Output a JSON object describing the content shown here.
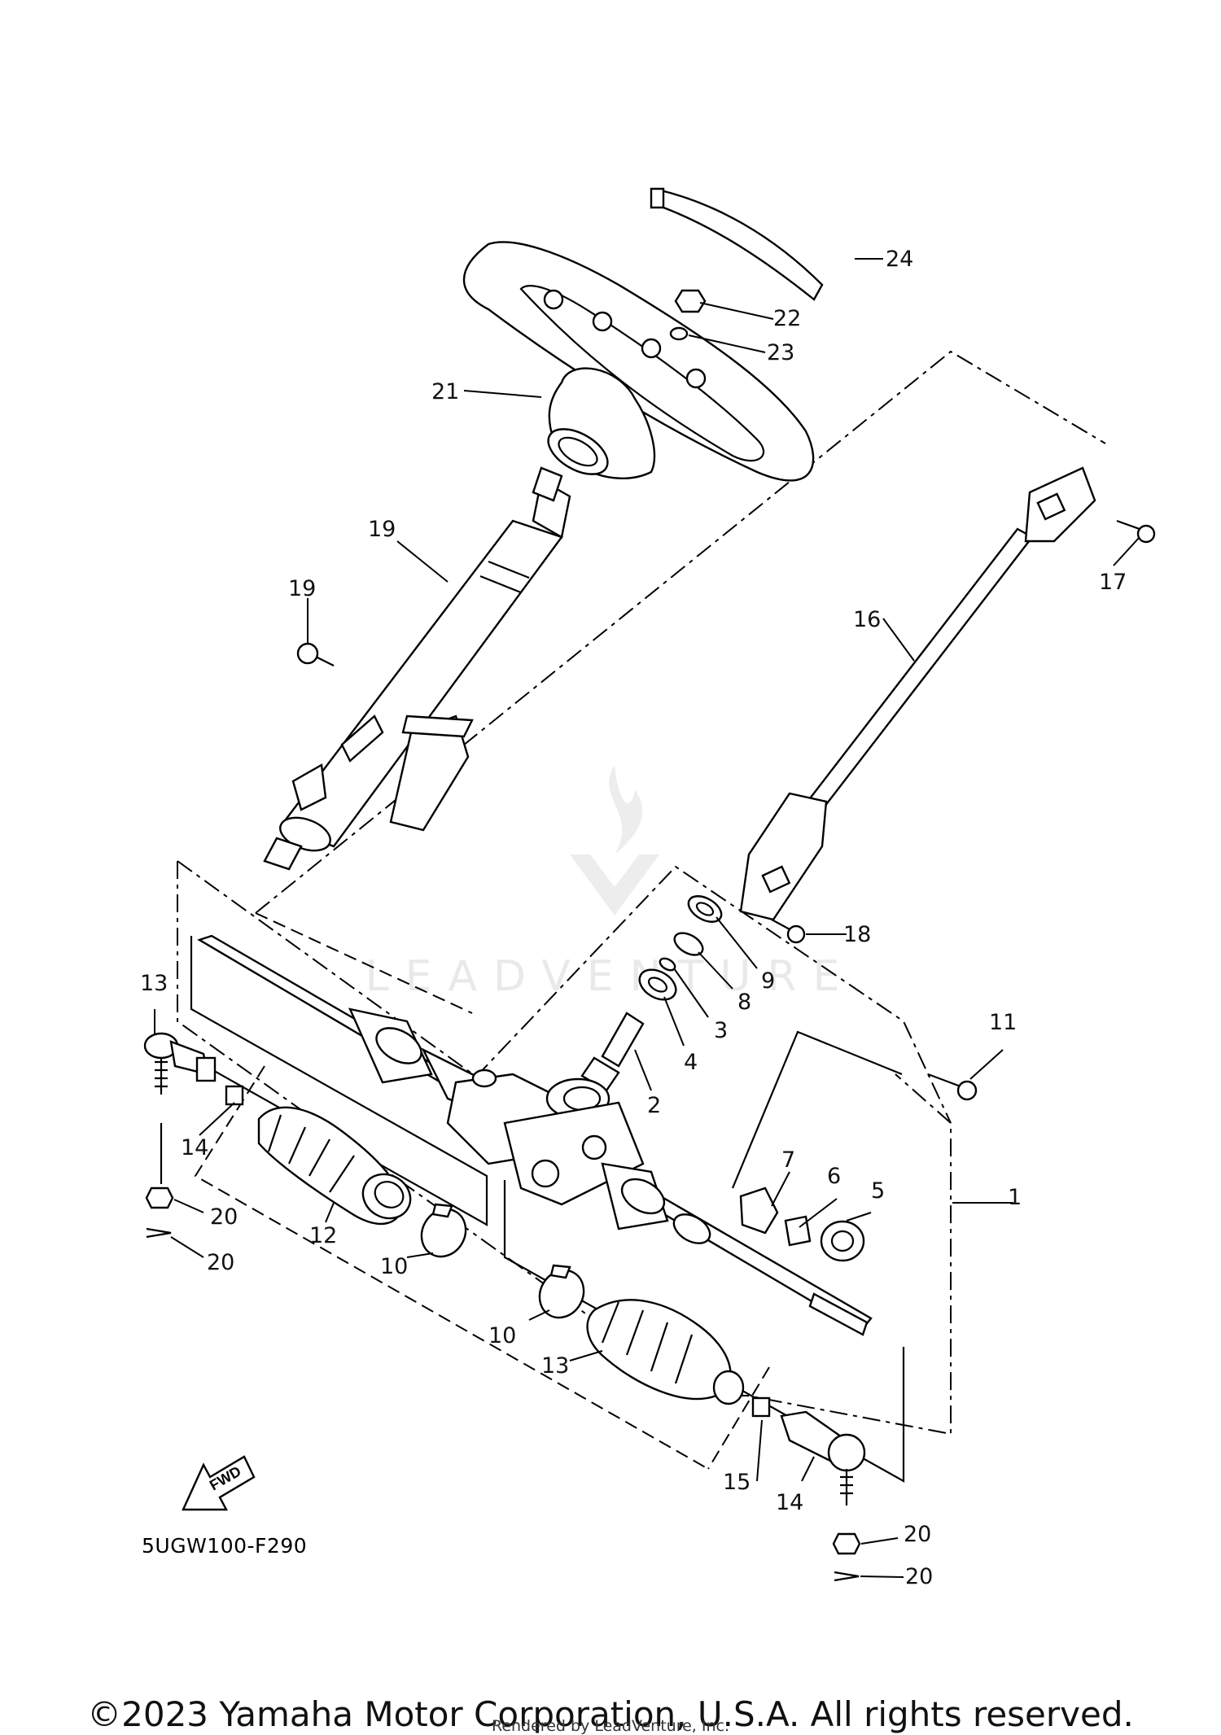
{
  "diagram": {
    "part_code": "5UGW100-F290",
    "fwd_label": "FWD",
    "watermark": "LEADVENTURE",
    "callouts": [
      {
        "id": "c1",
        "label": "1"
      },
      {
        "id": "c2",
        "label": "2"
      },
      {
        "id": "c3",
        "label": "3"
      },
      {
        "id": "c4",
        "label": "4"
      },
      {
        "id": "c5",
        "label": "5"
      },
      {
        "id": "c6",
        "label": "6"
      },
      {
        "id": "c7",
        "label": "7"
      },
      {
        "id": "c8",
        "label": "8"
      },
      {
        "id": "c9",
        "label": "9"
      },
      {
        "id": "c10a",
        "label": "10"
      },
      {
        "id": "c10b",
        "label": "10"
      },
      {
        "id": "c11a",
        "label": "11"
      },
      {
        "id": "c11b",
        "label": "11"
      },
      {
        "id": "c12",
        "label": "12"
      },
      {
        "id": "c13a",
        "label": "13"
      },
      {
        "id": "c13b",
        "label": "13"
      },
      {
        "id": "c14a",
        "label": "14"
      },
      {
        "id": "c14b",
        "label": "14"
      },
      {
        "id": "c15",
        "label": "15"
      },
      {
        "id": "c16a",
        "label": "16"
      },
      {
        "id": "c16b",
        "label": "16"
      },
      {
        "id": "c17",
        "label": "17"
      },
      {
        "id": "c18",
        "label": "18"
      },
      {
        "id": "c19a",
        "label": "19"
      },
      {
        "id": "c19b",
        "label": "19"
      },
      {
        "id": "c20a",
        "label": "20"
      },
      {
        "id": "c20b",
        "label": "20"
      },
      {
        "id": "c21",
        "label": "21"
      },
      {
        "id": "c22",
        "label": "22"
      },
      {
        "id": "c23",
        "label": "23"
      },
      {
        "id": "c24",
        "label": "24"
      }
    ]
  },
  "footer": {
    "copyright": "©2023 Yamaha Motor Corporation, U.S.A. All rights reserved.",
    "rendered_by": "Rendered by LeadVenture, Inc."
  }
}
